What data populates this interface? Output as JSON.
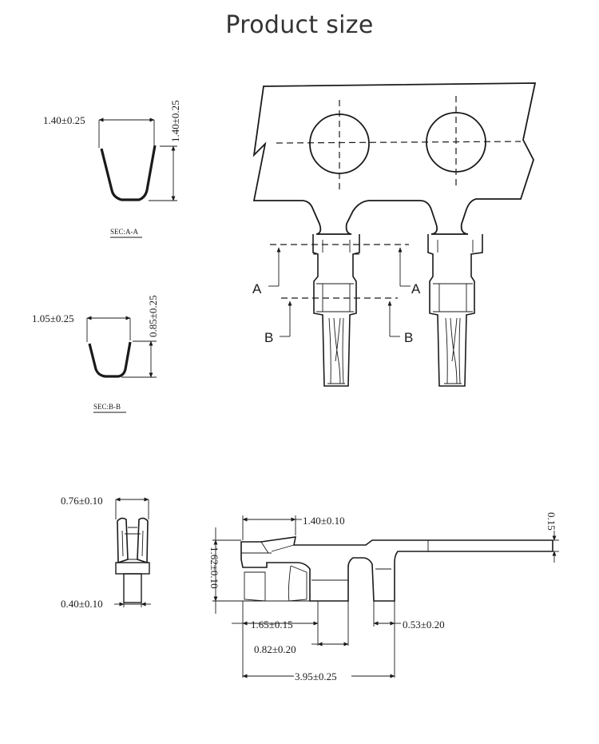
{
  "title": "Product size",
  "section_a": {
    "width_dim": "1.40±0.25",
    "height_dim": "1.40±0.25",
    "caption": "SEC:A-A"
  },
  "section_b": {
    "width_dim": "1.05±0.25",
    "height_dim": "0.85±0.25",
    "caption": "SEC:B-B"
  },
  "top_view": {
    "cut_labels": [
      "A",
      "A",
      "B",
      "B"
    ]
  },
  "end_view": {
    "top_dim": "0.76±0.10",
    "bottom_dim": "0.40±0.10"
  },
  "side_view": {
    "dim_top_width": "1.40±0.10",
    "dim_height": "1.62±0.10",
    "dim_thickness": "0.15",
    "dim_crimp": "1.65±0.15",
    "dim_gap": "0.82±0.20",
    "dim_tab": "0.53±0.20",
    "dim_total": "3.95±0.25"
  }
}
